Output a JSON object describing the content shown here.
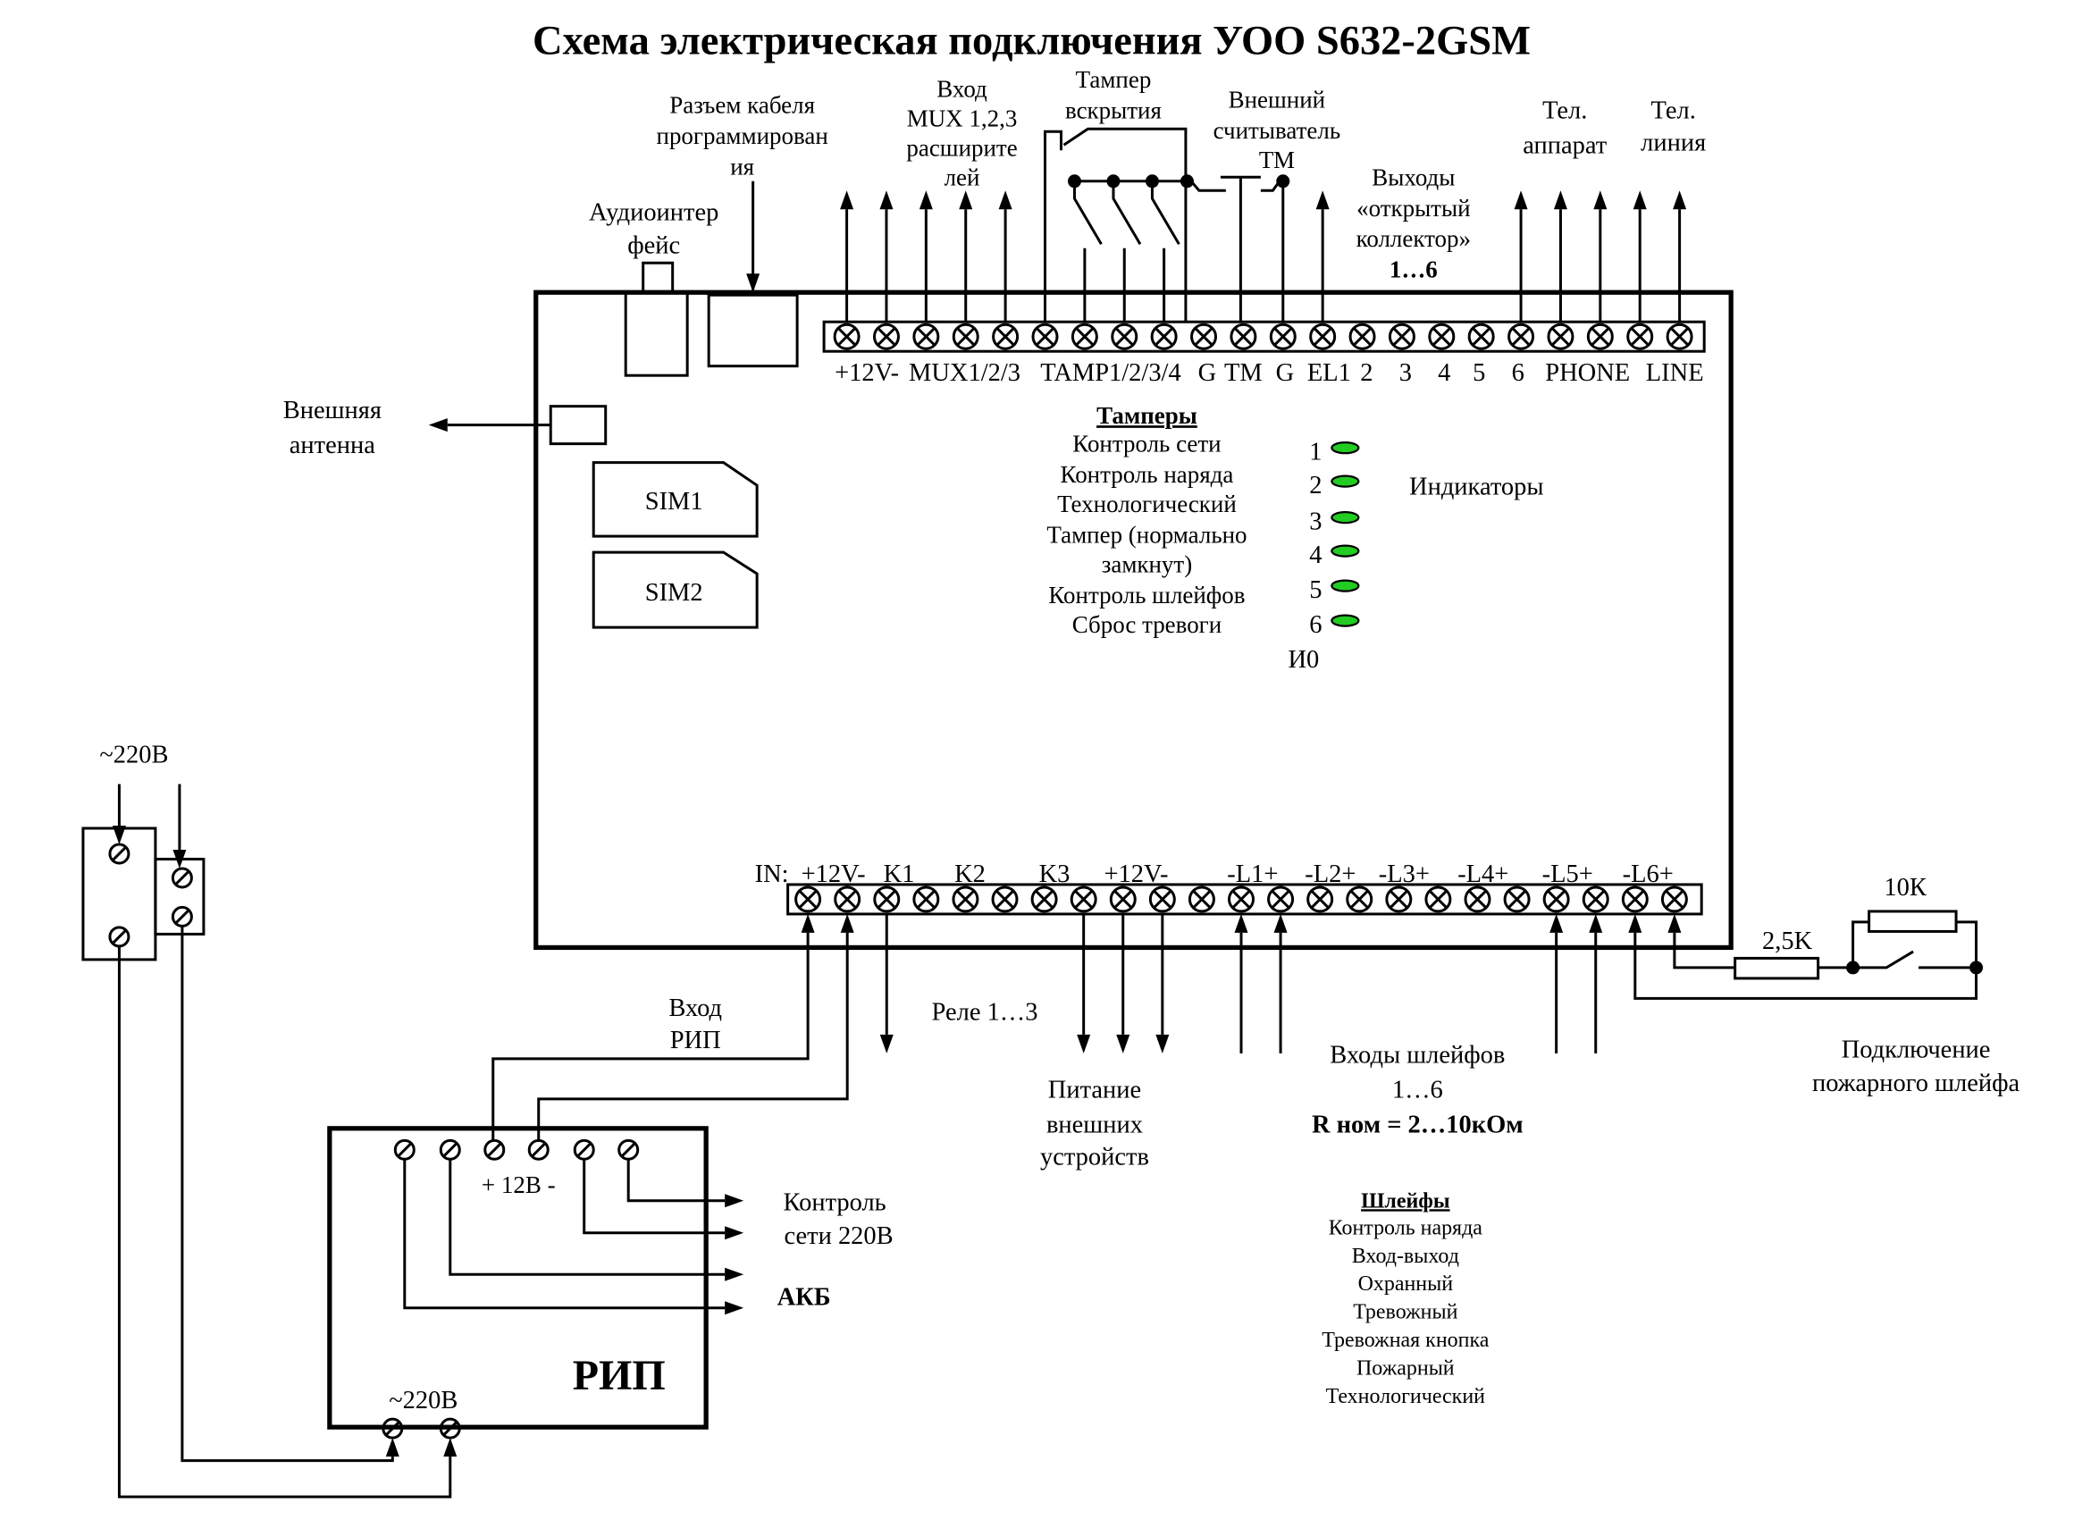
{
  "title": "Схема электрическая подключения УОО S632-2GSM",
  "top_notes": {
    "prog_cable": [
      "Разъем кабеля",
      "программирован",
      "ия"
    ],
    "mux_input": [
      "Вход",
      "MUX 1,2,3",
      "расширите",
      "лей"
    ],
    "tamper_open": [
      "Тампер",
      "вскрытия"
    ],
    "tm_reader": [
      "Внешний",
      "считыватель",
      "ТМ"
    ],
    "audio": [
      "Аудиоинтер",
      "фейс"
    ],
    "outputs": [
      "Выходы",
      "«открытый",
      "коллектор»",
      "1…6"
    ],
    "phone_set": [
      "Тел.",
      "аппарат"
    ],
    "phone_line": [
      "Тел.",
      "линия"
    ],
    "antenna": [
      "Внешняя",
      "антенна"
    ]
  },
  "top_terminal_labels": [
    "+12V-",
    "MUX1/2/3",
    "TAMP1/2/3/4",
    "G",
    "TM",
    "G",
    "EL1",
    "2",
    "3",
    "4",
    "5",
    "6",
    "PHONE",
    "LINE"
  ],
  "bottom_terminal_labels": [
    "IN:",
    "+12V-",
    "K1",
    "K2",
    "K3",
    "+12V-",
    "-L1+",
    "-L2+",
    "-L3+",
    "-L4+",
    "-L5+",
    "-L6+"
  ],
  "sim": [
    "SIM1",
    "SIM2"
  ],
  "tampers": {
    "title": "Тамперы",
    "items": [
      "Контроль сети",
      "Контроль наряда",
      "Технологический",
      "Тампер (нормально",
      "замкнут)",
      "Контроль шлейфов",
      "Сброс тревоги"
    ]
  },
  "indicators": {
    "numbers": [
      "1",
      "2",
      "3",
      "4",
      "5",
      "6"
    ],
    "label": "Индикаторы",
    "io": "И0",
    "led_color": "#22cc22"
  },
  "bottom_notes": {
    "rip_input": [
      "Вход",
      "РИП"
    ],
    "relay": "Реле 1…3",
    "power_ext": [
      "Питание",
      "внешних",
      "устройств"
    ],
    "loop_inputs": [
      "Входы шлейфов",
      "1…6",
      "R ном = 2…10кОм"
    ],
    "fire_loop": [
      "Подключение",
      "пожарного шлейфа"
    ],
    "r1": "2,5K",
    "r2": "10К"
  },
  "loops": {
    "title": "Шлейфы",
    "items": [
      "Контроль наряда",
      "Вход-выход",
      "Охранный",
      "Тревожный",
      "Тревожная кнопка",
      "Пожарный",
      "Технологический"
    ]
  },
  "rip": {
    "label": "РИП",
    "plus12": "+ 12В -",
    "mains": "~220В",
    "net_control": [
      "Контроль",
      "сети 220В"
    ],
    "battery": "АКБ"
  },
  "mains_label": "~220В"
}
